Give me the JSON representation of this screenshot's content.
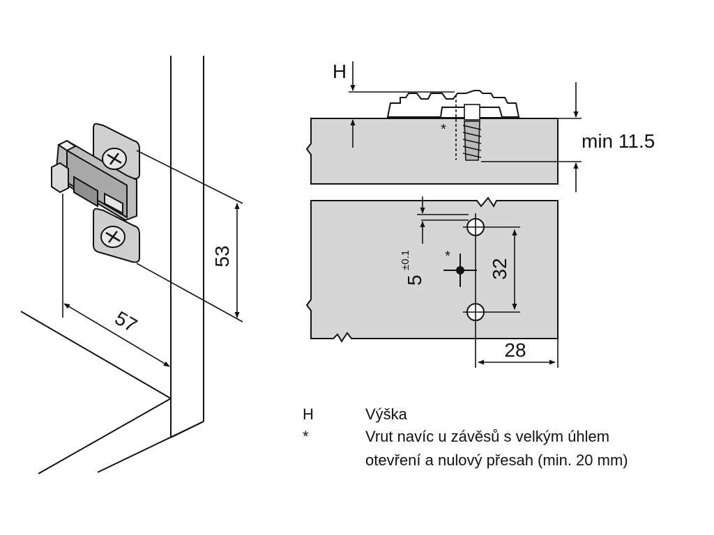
{
  "dimensions": {
    "height_symbol": "H",
    "min_thickness": "min 11.5",
    "vertical_spacing": "53",
    "horizontal_offset": "57",
    "hole_spacing": "32",
    "edge_distance": "28",
    "offset_base": "5",
    "offset_tolerance": "±0.1",
    "star_marker": "*"
  },
  "legend": {
    "items": [
      {
        "symbol": "H",
        "lines": [
          "Výška"
        ]
      },
      {
        "symbol": "*",
        "lines": [
          "Vrut navíc u závěsů s velkým úhlem",
          "otevření a nulový přesah (min. 20 mm)"
        ]
      }
    ]
  },
  "colors": {
    "panel_fill": "#d6d6d6",
    "line": "#111111",
    "background": "#ffffff"
  }
}
